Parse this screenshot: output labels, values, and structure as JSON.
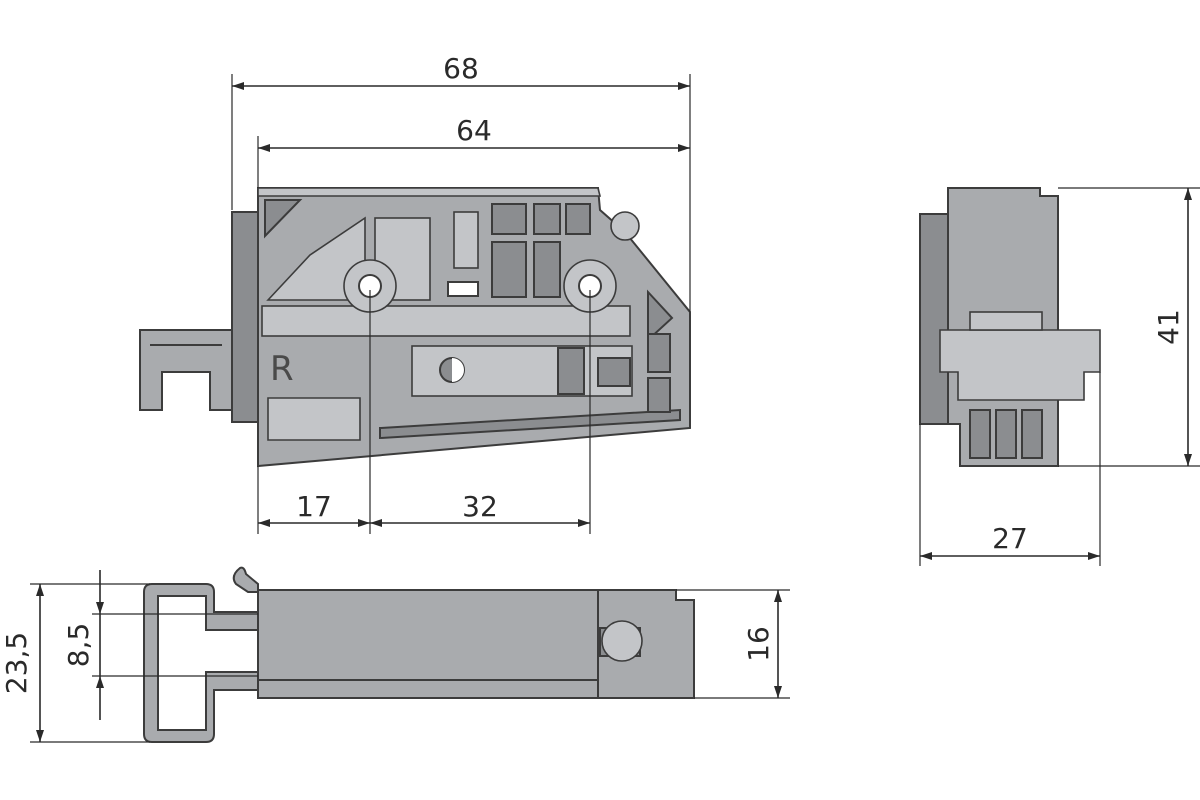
{
  "drawing": {
    "dimensions": {
      "overall_length": "68",
      "body_length": "64",
      "first_hole_offset": "17",
      "hole_spacing": "32",
      "height": "41",
      "depth": "27",
      "bottom_overall": "23,5",
      "bottom_slot": "8,5",
      "bottom_body": "16"
    },
    "side_marking": "R"
  },
  "colors": {
    "part_fill": "#a9abae",
    "part_dark": "#8b8d90",
    "line": "#2a2a2a"
  }
}
